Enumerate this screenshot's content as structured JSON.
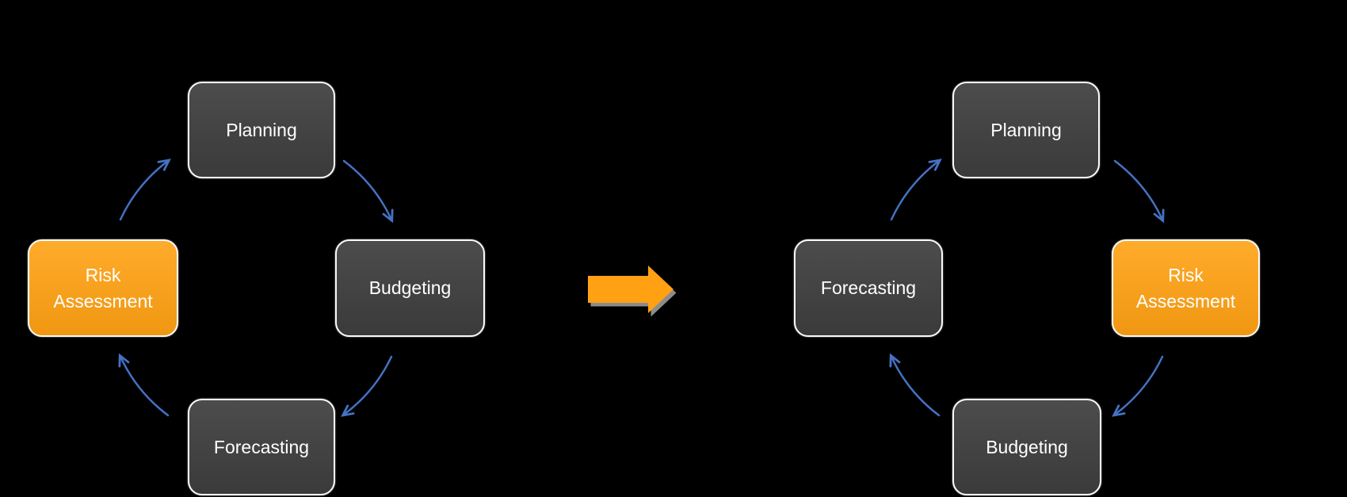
{
  "diagram": {
    "cycles": [
      {
        "id": "before",
        "nodes": [
          {
            "label": "Planning",
            "position": "top",
            "highlighted": false
          },
          {
            "label": "Budgeting",
            "position": "right",
            "highlighted": false
          },
          {
            "label": "Forecasting",
            "position": "bottom",
            "highlighted": false
          },
          {
            "label": "Risk Assessment",
            "position": "left",
            "highlighted": true
          }
        ],
        "flow_order": [
          "Planning",
          "Budgeting",
          "Forecasting",
          "Risk Assessment"
        ]
      },
      {
        "id": "after",
        "nodes": [
          {
            "label": "Planning",
            "position": "top",
            "highlighted": false
          },
          {
            "label": "Risk Assessment",
            "position": "right",
            "highlighted": true
          },
          {
            "label": "Budgeting",
            "position": "bottom",
            "highlighted": false
          },
          {
            "label": "Forecasting",
            "position": "left",
            "highlighted": false
          }
        ],
        "flow_order": [
          "Planning",
          "Risk Assessment",
          "Budgeting",
          "Forecasting"
        ]
      }
    ],
    "transition_arrow": {
      "icon": "right-arrow-icon"
    },
    "colors": {
      "background": "#000000",
      "node-fill": "#414141",
      "node-border": "#FAFAFA",
      "node-text": "#FFFFFF",
      "highlight-fill": "#FFA113",
      "flow-arrow": "#4472C4",
      "big-arrow-fill": "#FFA113",
      "big-arrow-shadow": "#8C8C8C"
    }
  }
}
